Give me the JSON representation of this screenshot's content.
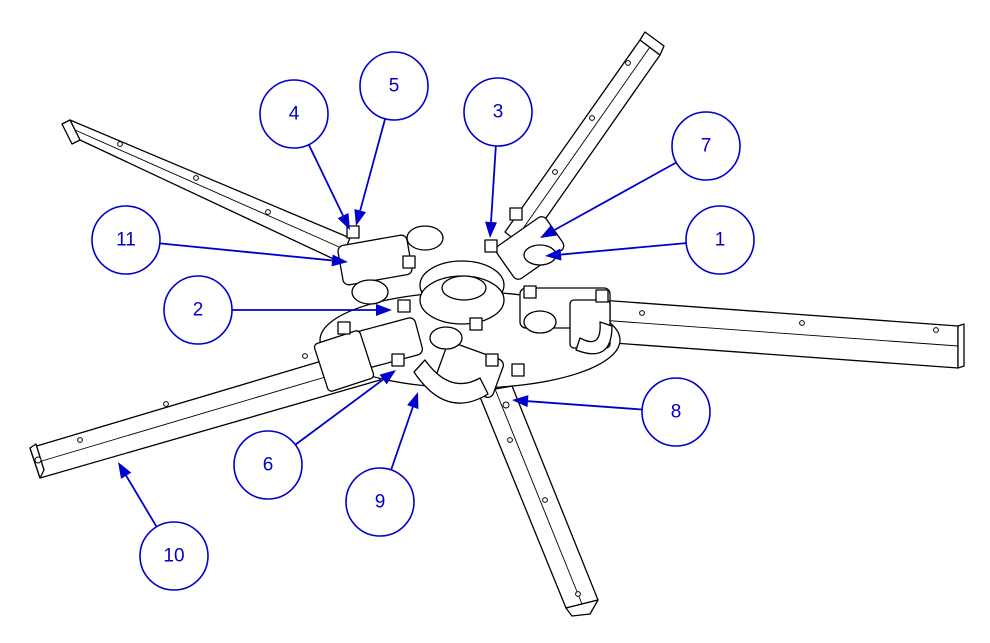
{
  "diagram": {
    "colors": {
      "callout": "#0000cc",
      "line": "#000000",
      "background": "#ffffff"
    },
    "callouts": [
      {
        "label": "1"
      },
      {
        "label": "2"
      },
      {
        "label": "3"
      },
      {
        "label": "4"
      },
      {
        "label": "5"
      },
      {
        "label": "6"
      },
      {
        "label": "7"
      },
      {
        "label": "8"
      },
      {
        "label": "9"
      },
      {
        "label": "10"
      },
      {
        "label": "11"
      }
    ]
  }
}
